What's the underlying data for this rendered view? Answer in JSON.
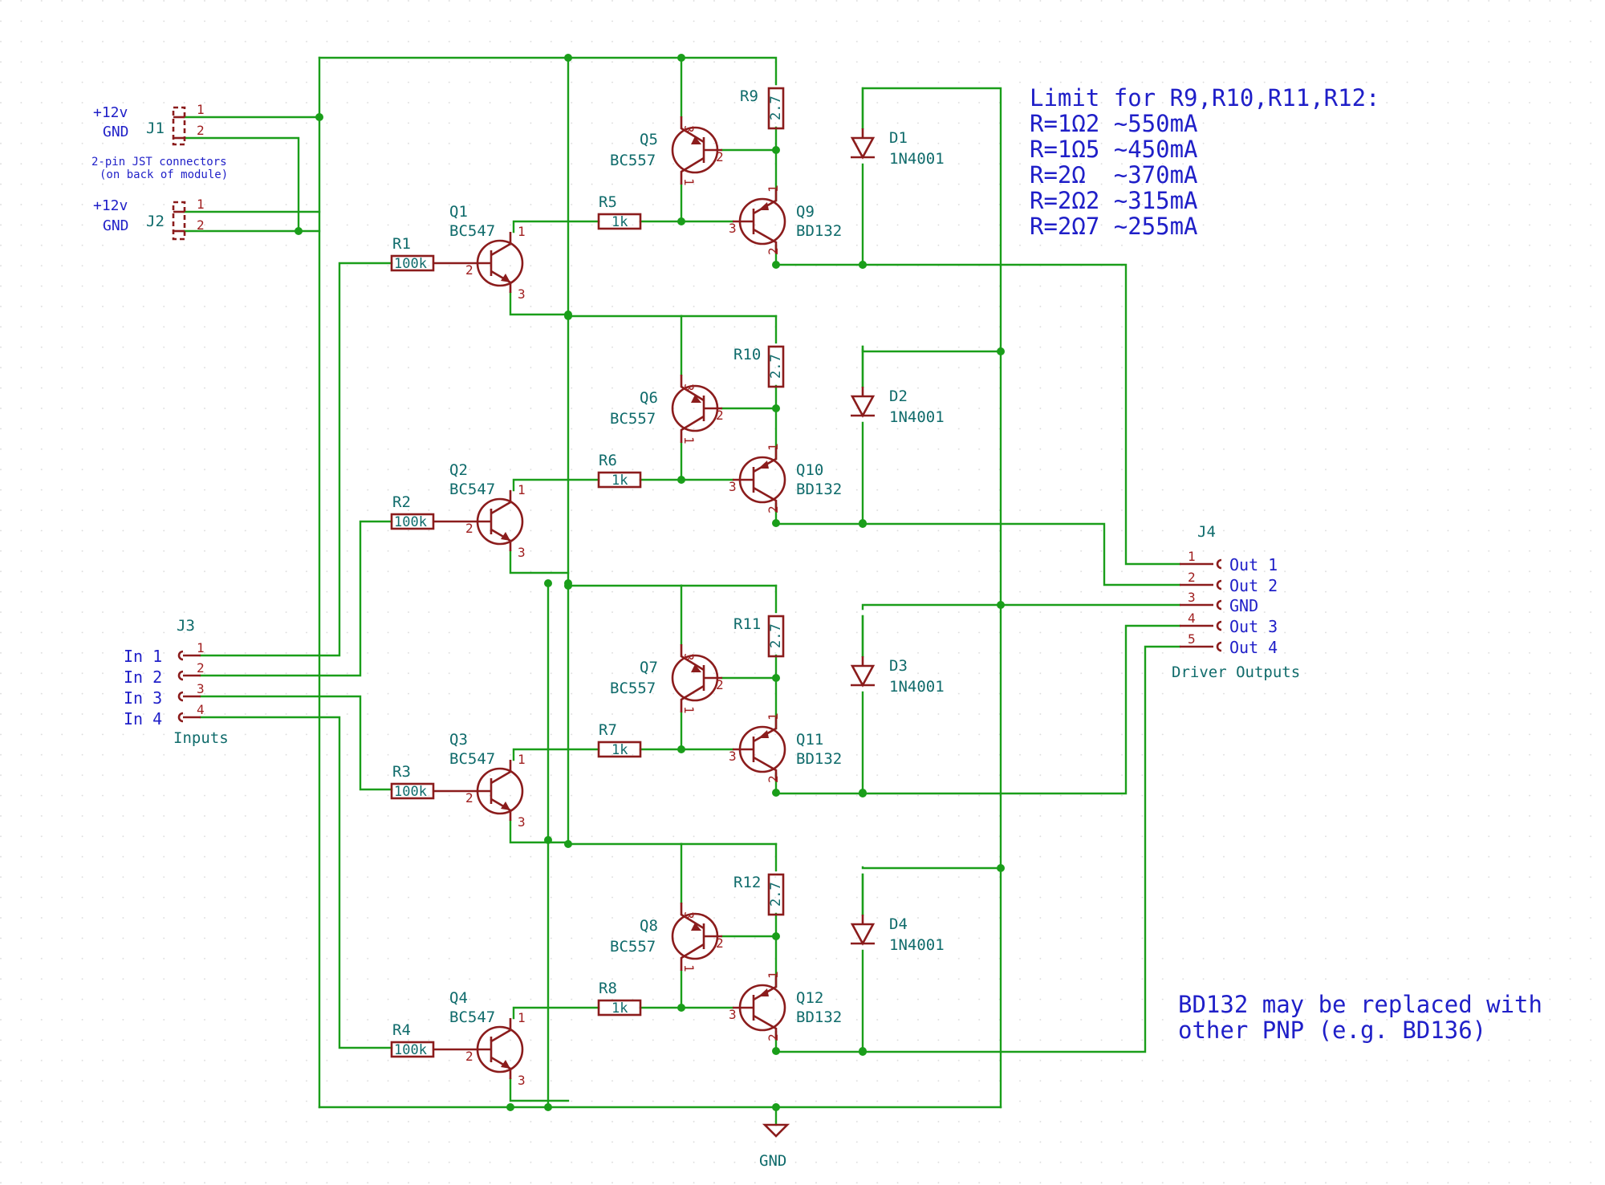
{
  "connectors": {
    "j1": {
      "ref": "J1",
      "pins": [
        "1",
        "2"
      ],
      "labels": [
        "+12v",
        "GND"
      ]
    },
    "j2": {
      "ref": "J2",
      "pins": [
        "1",
        "2"
      ],
      "labels": [
        "+12v",
        "GND"
      ]
    },
    "jst_note_1": "2-pin JST connectors",
    "jst_note_2": "(on back of module)",
    "j3": {
      "ref": "J3",
      "name": "Inputs",
      "pins": [
        "1",
        "2",
        "3",
        "4"
      ],
      "labels": [
        "In 1",
        "In 2",
        "In 3",
        "In 4"
      ]
    },
    "j4": {
      "ref": "J4",
      "name": "Driver Outputs",
      "pins": [
        "1",
        "2",
        "3",
        "4",
        "5"
      ],
      "labels": [
        "Out 1",
        "Out 2",
        "GND",
        "Out 3",
        "Out 4"
      ]
    }
  },
  "channels": [
    {
      "r_base": {
        "ref": "R1",
        "value": "100k"
      },
      "q_npn": {
        "ref": "Q1",
        "value": "BC547"
      },
      "r_mid": {
        "ref": "R5",
        "value": "1k"
      },
      "q_sense": {
        "ref": "Q5",
        "value": "BC557"
      },
      "r_sense": {
        "ref": "R9",
        "value": "2.7"
      },
      "q_out": {
        "ref": "Q9",
        "value": "BD132"
      },
      "diode": {
        "ref": "D1",
        "value": "1N4001"
      }
    },
    {
      "r_base": {
        "ref": "R2",
        "value": "100k"
      },
      "q_npn": {
        "ref": "Q2",
        "value": "BC547"
      },
      "r_mid": {
        "ref": "R6",
        "value": "1k"
      },
      "q_sense": {
        "ref": "Q6",
        "value": "BC557"
      },
      "r_sense": {
        "ref": "R10",
        "value": "2.7"
      },
      "q_out": {
        "ref": "Q10",
        "value": "BD132"
      },
      "diode": {
        "ref": "D2",
        "value": "1N4001"
      }
    },
    {
      "r_base": {
        "ref": "R3",
        "value": "100k"
      },
      "q_npn": {
        "ref": "Q3",
        "value": "BC547"
      },
      "r_mid": {
        "ref": "R7",
        "value": "1k"
      },
      "q_sense": {
        "ref": "Q7",
        "value": "BC557"
      },
      "r_sense": {
        "ref": "R11",
        "value": "2.7"
      },
      "q_out": {
        "ref": "Q11",
        "value": "BD132"
      },
      "diode": {
        "ref": "D3",
        "value": "1N4001"
      }
    },
    {
      "r_base": {
        "ref": "R4",
        "value": "100k"
      },
      "q_npn": {
        "ref": "Q4",
        "value": "BC547"
      },
      "r_mid": {
        "ref": "R8",
        "value": "1k"
      },
      "q_sense": {
        "ref": "Q8",
        "value": "BC557"
      },
      "r_sense": {
        "ref": "R12",
        "value": "2.7"
      },
      "q_out": {
        "ref": "Q12",
        "value": "BD132"
      },
      "diode": {
        "ref": "D4",
        "value": "1N4001"
      }
    }
  ],
  "transistor_pins": [
    "1",
    "2",
    "3"
  ],
  "power": {
    "gnd_label": "GND"
  },
  "notes": {
    "limit_title": "Limit for R9,R10,R11,R12:",
    "limit_lines": [
      "R=1Ω2 ~550mA",
      "R=1Ω5 ~450mA",
      "R=2Ω  ~370mA",
      "R=2Ω2 ~315mA",
      "R=2Ω7 ~255mA"
    ],
    "replace_line_1": "BD132 may be replaced with",
    "replace_line_2": "other PNP (e.g. BD136)"
  },
  "colors": {
    "wire": "#1a9e1a",
    "symbol": "#8b1c1c",
    "reference": "#0f6b6b",
    "label": "#1f1fc8",
    "grid": "#d8d8d8"
  }
}
